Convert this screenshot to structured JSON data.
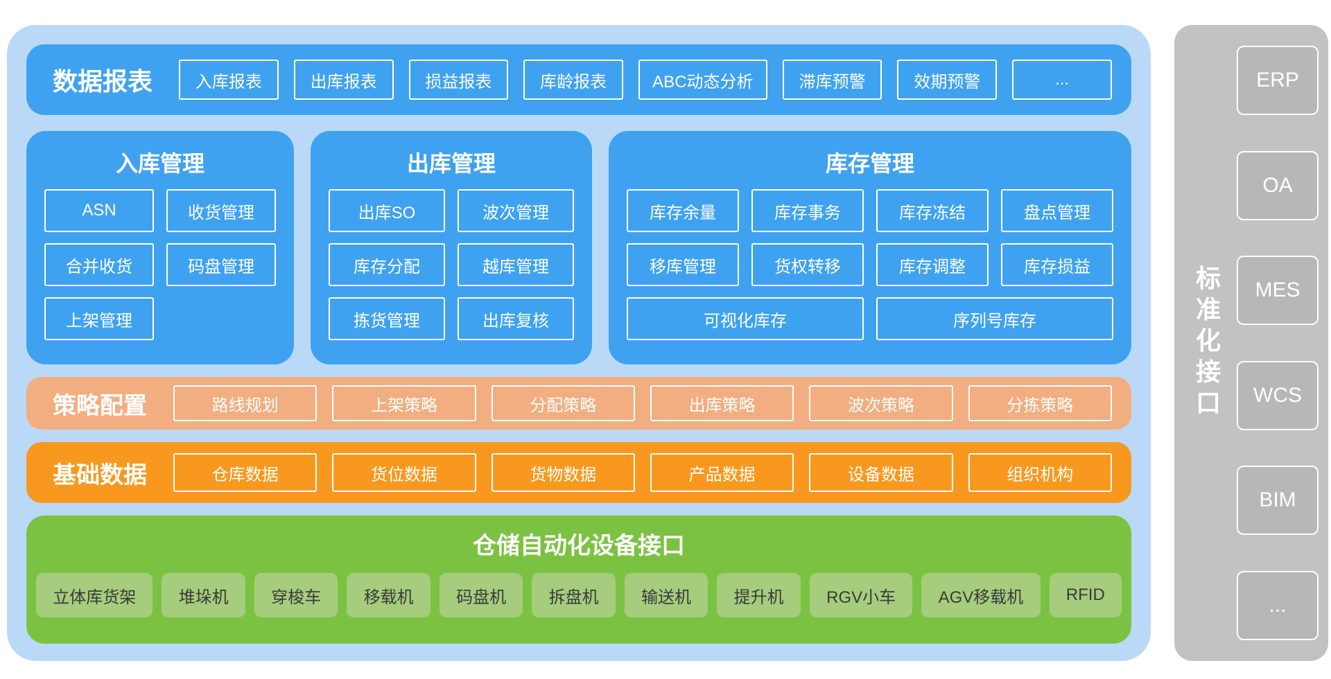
{
  "colors": {
    "container_light_blue": "#BAD9F7",
    "section_blue": "#3FA2F0",
    "strategy_salmon": "#F2AE80",
    "base_orange": "#F8981E",
    "automation_green": "#7CC242",
    "device_light_green": "#A5CD7D",
    "sidebar_gray": "#C2C2C2",
    "outline_white": "#FFFFFF"
  },
  "report_bar": {
    "label": "数据报表",
    "items": [
      "入库报表",
      "出库报表",
      "损益报表",
      "库龄报表",
      "ABC动态分析",
      "滞库预警",
      "效期预警",
      "..."
    ]
  },
  "panels": [
    {
      "title": "入库管理",
      "items": [
        "ASN",
        "收货管理",
        "合并收货",
        "码盘管理",
        "上架管理"
      ]
    },
    {
      "title": "出库管理",
      "items": [
        "出库SO",
        "波次管理",
        "库存分配",
        "越库管理",
        "拣货管理",
        "出库复核"
      ]
    },
    {
      "title": "库存管理",
      "items": [
        "库存余量",
        "库存事务",
        "库存冻结",
        "盘点管理",
        "移库管理",
        "货权转移",
        "库存调整",
        "库存损益"
      ],
      "wide_items": [
        "可视化库存",
        "序列号库存"
      ]
    }
  ],
  "strategy_bar": {
    "label": "策略配置",
    "items": [
      "路线规划",
      "上架策略",
      "分配策略",
      "出库策略",
      "波次策略",
      "分拣策略"
    ]
  },
  "base_bar": {
    "label": "基础数据",
    "items": [
      "仓库数据",
      "货位数据",
      "货物数据",
      "产品数据",
      "设备数据",
      "组织机构"
    ]
  },
  "automation": {
    "title": "仓储自动化设备接口",
    "items": [
      "立体库货架",
      "堆垛机",
      "穿梭车",
      "移载机",
      "码盘机",
      "拆盘机",
      "输送机",
      "提升机",
      "RGV小车",
      "AGV移载机",
      "RFID"
    ]
  },
  "sidebar": {
    "label": "标准化接口",
    "items": [
      "ERP",
      "OA",
      "MES",
      "WCS",
      "BIM",
      "..."
    ]
  }
}
